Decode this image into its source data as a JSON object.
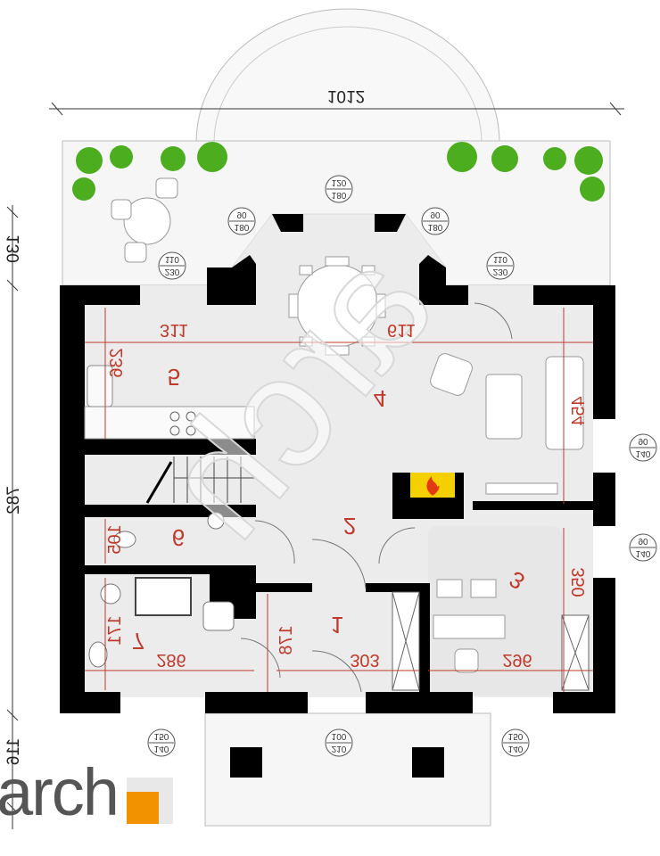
{
  "dimensions": {
    "total_width": "1012",
    "left_upper": "130",
    "left_middle": "782",
    "left_lower": "116"
  },
  "rooms": [
    {
      "num": "1",
      "dim1": "303",
      "dim2": "178"
    },
    {
      "num": "2"
    },
    {
      "num": "3",
      "dim1": "296",
      "dim2": "350"
    },
    {
      "num": "4",
      "dim1": "611",
      "dim2": "454"
    },
    {
      "num": "5",
      "dim1": "311",
      "dim2": "236"
    },
    {
      "num": "6",
      "dim1": "105"
    },
    {
      "num": "7",
      "dim1": "286",
      "dim2": "171"
    }
  ],
  "windows": [
    {
      "w": "120",
      "h": "180"
    },
    {
      "w": "90",
      "h": "180"
    },
    {
      "w": "90",
      "h": "180"
    },
    {
      "w": "110",
      "h": "230"
    },
    {
      "w": "110",
      "h": "230"
    },
    {
      "w": "90",
      "h": "140"
    },
    {
      "w": "90",
      "h": "140"
    },
    {
      "w": "150",
      "h": "140"
    },
    {
      "w": "100",
      "h": "210"
    },
    {
      "w": "150",
      "h": "140"
    }
  ],
  "logo": {
    "text": "arch"
  },
  "colors": {
    "wall": "#000000",
    "floor": "#ececec",
    "accent": "#c0392b",
    "logo_orange": "#f39200",
    "plant": "#4cae1f",
    "fire": "#f5d000"
  }
}
